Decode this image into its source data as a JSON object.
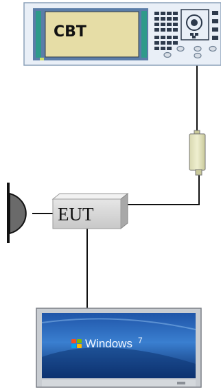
{
  "diagram": {
    "instrument": {
      "label": "CBT",
      "icon": "test-instrument-icon"
    },
    "eut": {
      "label": "EUT"
    },
    "speaker": {
      "icon": "speaker-icon"
    },
    "attenuator": {
      "icon": "inline-attenuator-icon"
    },
    "monitor": {
      "brand": "Windows",
      "version": "7",
      "icon": "windows-logo-icon"
    }
  }
}
